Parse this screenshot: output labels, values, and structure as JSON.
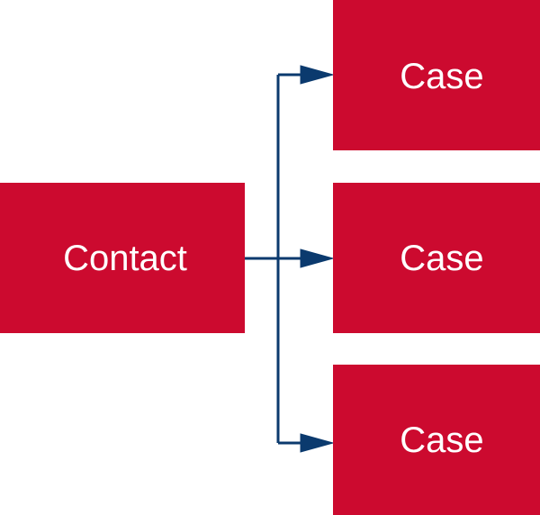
{
  "diagram": {
    "colors": {
      "box_fill": "#cc0a2f",
      "box_text": "#ffffff",
      "connector": "#0b3a6e",
      "background": "#ffffff"
    },
    "source": {
      "label": "Contact"
    },
    "targets": [
      {
        "label": "Case"
      },
      {
        "label": "Case"
      },
      {
        "label": "Case"
      }
    ]
  }
}
